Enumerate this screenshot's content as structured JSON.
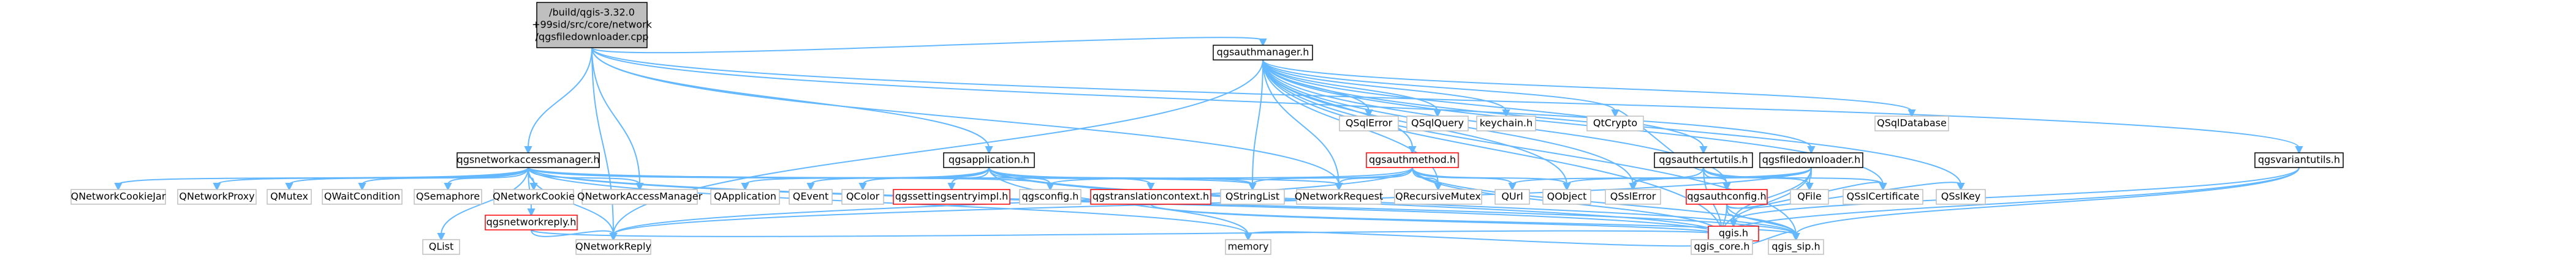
{
  "graph": {
    "colors": {
      "edge": "#63b8ff",
      "border": "#000000",
      "border_incomplete": "#bfbfbf",
      "border_red": "#ff0000",
      "root_fill": "#bfbfbf",
      "node_fill": "#ffffff",
      "text": "#000000"
    },
    "nodes": [
      {
        "id": "root",
        "lines": [
          "/build/qgis-3.32.0",
          "+99sid/src/core/network",
          "/qgsfiledownloader.cpp"
        ],
        "kind": "root"
      },
      {
        "id": "qgsauthmanager",
        "lines": [
          "qgsauthmanager.h"
        ],
        "kind": "normal"
      },
      {
        "id": "qgsnetworkaccessmanager",
        "lines": [
          "qgsnetworkaccessmanager.h"
        ],
        "kind": "normal"
      },
      {
        "id": "qgsapplication",
        "lines": [
          "qgsapplication.h"
        ],
        "kind": "normal"
      },
      {
        "id": "qgsauthcertutils",
        "lines": [
          "qgsauthcertutils.h"
        ],
        "kind": "normal"
      },
      {
        "id": "qgsauthmethod",
        "lines": [
          "qgsauthmethod.h"
        ],
        "kind": "red"
      },
      {
        "id": "qgsfiledownloader",
        "lines": [
          "qgsfiledownloader.h"
        ],
        "kind": "normal"
      },
      {
        "id": "qgsauthconfig",
        "lines": [
          "qgsauthconfig.h"
        ],
        "kind": "red"
      },
      {
        "id": "qgsvariantutils",
        "lines": [
          "qgsvariantutils.h"
        ],
        "kind": "normal"
      },
      {
        "id": "qgis",
        "lines": [
          "qgis.h"
        ],
        "kind": "red"
      },
      {
        "id": "qgsnetworkreply",
        "lines": [
          "qgsnetworkreply.h"
        ],
        "kind": "red"
      },
      {
        "id": "qgstranslationcontext",
        "lines": [
          "qgstranslationcontext.h"
        ],
        "kind": "red"
      },
      {
        "id": "qgssettingsentryimpl",
        "lines": [
          "qgssettingsentryimpl.h"
        ],
        "kind": "red"
      },
      {
        "id": "qgsconfig",
        "lines": [
          "qgsconfig.h"
        ],
        "kind": "gray"
      },
      {
        "id": "QSqlError",
        "lines": [
          "QSqlError"
        ],
        "kind": "gray"
      },
      {
        "id": "QSqlQuery",
        "lines": [
          "QSqlQuery"
        ],
        "kind": "gray"
      },
      {
        "id": "keychain",
        "lines": [
          "keychain.h"
        ],
        "kind": "gray"
      },
      {
        "id": "QSqlDatabase",
        "lines": [
          "QSqlDatabase"
        ],
        "kind": "gray"
      },
      {
        "id": "QtCrypto",
        "lines": [
          "QtCrypto"
        ],
        "kind": "gray"
      },
      {
        "id": "QNetworkCookieJar",
        "lines": [
          "QNetworkCookieJar"
        ],
        "kind": "gray"
      },
      {
        "id": "QNetworkProxy",
        "lines": [
          "QNetworkProxy"
        ],
        "kind": "gray"
      },
      {
        "id": "QMutex",
        "lines": [
          "QMutex"
        ],
        "kind": "gray"
      },
      {
        "id": "QWaitCondition",
        "lines": [
          "QWaitCondition"
        ],
        "kind": "gray"
      },
      {
        "id": "QSemaphore",
        "lines": [
          "QSemaphore"
        ],
        "kind": "gray"
      },
      {
        "id": "QNetworkCookie",
        "lines": [
          "QNetworkCookie"
        ],
        "kind": "gray"
      },
      {
        "id": "QNetworkAccessManager",
        "lines": [
          "QNetworkAccessManager"
        ],
        "kind": "gray"
      },
      {
        "id": "QApplication",
        "lines": [
          "QApplication"
        ],
        "kind": "gray"
      },
      {
        "id": "QEvent",
        "lines": [
          "QEvent"
        ],
        "kind": "gray"
      },
      {
        "id": "QColor",
        "lines": [
          "QColor"
        ],
        "kind": "gray"
      },
      {
        "id": "QStringList",
        "lines": [
          "QStringList"
        ],
        "kind": "gray"
      },
      {
        "id": "QNetworkRequest",
        "lines": [
          "QNetworkRequest"
        ],
        "kind": "gray"
      },
      {
        "id": "QRecursiveMutex",
        "lines": [
          "QRecursiveMutex"
        ],
        "kind": "gray"
      },
      {
        "id": "QUrl",
        "lines": [
          "QUrl"
        ],
        "kind": "gray"
      },
      {
        "id": "QObject",
        "lines": [
          "QObject"
        ],
        "kind": "gray"
      },
      {
        "id": "QSslError",
        "lines": [
          "QSslError"
        ],
        "kind": "gray"
      },
      {
        "id": "QFile",
        "lines": [
          "QFile"
        ],
        "kind": "gray"
      },
      {
        "id": "QSslCertificate",
        "lines": [
          "QSslCertificate"
        ],
        "kind": "gray"
      },
      {
        "id": "QSslKey",
        "lines": [
          "QSslKey"
        ],
        "kind": "gray"
      },
      {
        "id": "QList",
        "lines": [
          "QList"
        ],
        "kind": "gray"
      },
      {
        "id": "QNetworkReply",
        "lines": [
          "QNetworkReply"
        ],
        "kind": "gray"
      },
      {
        "id": "memory",
        "lines": [
          "memory"
        ],
        "kind": "gray"
      },
      {
        "id": "qgis_core",
        "lines": [
          "qgis_core.h"
        ],
        "kind": "gray"
      },
      {
        "id": "qgis_sip",
        "lines": [
          "qgis_sip.h"
        ],
        "kind": "gray"
      }
    ],
    "edges": [
      [
        "root",
        "qgsauthmanager"
      ],
      [
        "root",
        "qgsnetworkaccessmanager"
      ],
      [
        "root",
        "qgsapplication"
      ],
      [
        "root",
        "qgsfiledownloader"
      ],
      [
        "root",
        "qgsvariantutils"
      ],
      [
        "root",
        "QNetworkAccessManager"
      ],
      [
        "root",
        "QNetworkRequest"
      ],
      [
        "root",
        "QNetworkReply"
      ],
      [
        "qgsauthmanager",
        "QSqlError"
      ],
      [
        "qgsauthmanager",
        "QSqlQuery"
      ],
      [
        "qgsauthmanager",
        "keychain"
      ],
      [
        "qgsauthmanager",
        "QSqlDatabase"
      ],
      [
        "qgsauthmanager",
        "qgsauthcertutils"
      ],
      [
        "qgsauthmanager",
        "qgsauthmethod"
      ],
      [
        "qgsauthmanager",
        "qgsauthconfig"
      ],
      [
        "qgsauthmanager",
        "qgis_core"
      ],
      [
        "qgsauthmanager",
        "qgis_sip"
      ],
      [
        "qgsauthmanager",
        "QtCrypto"
      ],
      [
        "qgsauthmanager",
        "QObject"
      ],
      [
        "qgsauthmanager",
        "QStringList"
      ],
      [
        "qgsauthmanager",
        "QNetworkRequest"
      ],
      [
        "qgsauthmanager",
        "QNetworkReply"
      ],
      [
        "qgsauthmanager",
        "QRecursiveMutex"
      ],
      [
        "qgsauthmanager",
        "QSslCertificate"
      ],
      [
        "qgsauthmanager",
        "QSslKey"
      ],
      [
        "qgsauthmanager",
        "QSslError"
      ],
      [
        "qgsauthcertutils",
        "QFile"
      ],
      [
        "qgsauthcertutils",
        "QtCrypto"
      ],
      [
        "qgsauthcertutils",
        "QSslError"
      ],
      [
        "qgsauthcertutils",
        "QSslCertificate"
      ],
      [
        "qgsauthcertutils",
        "qgsauthconfig"
      ],
      [
        "qgsauthcertutils",
        "qgis_core"
      ],
      [
        "qgsauthconfig",
        "qgis"
      ],
      [
        "qgsauthconfig",
        "QSslCertificate"
      ],
      [
        "qgsauthconfig",
        "QSslKey"
      ],
      [
        "qgsauthconfig",
        "qgis_core"
      ],
      [
        "qgsauthconfig",
        "qgis_sip"
      ],
      [
        "qgsauthmethod",
        "QObject"
      ],
      [
        "qgsauthmethod",
        "QUrl"
      ],
      [
        "qgsauthmethod",
        "QNetworkReply"
      ],
      [
        "qgsauthmethod",
        "QNetworkRequest"
      ],
      [
        "qgsauthmethod",
        "QStringList"
      ],
      [
        "qgsauthmethod",
        "QRecursiveMutex"
      ],
      [
        "qgsauthmethod",
        "qgis_core"
      ],
      [
        "qgsauthmethod",
        "qgis_sip"
      ],
      [
        "qgsauthmethod",
        "qgsconfig"
      ],
      [
        "qgsfiledownloader",
        "QObject"
      ],
      [
        "qgsfiledownloader",
        "QFile"
      ],
      [
        "qgsfiledownloader",
        "QNetworkReply"
      ],
      [
        "qgsfiledownloader",
        "QUrl"
      ],
      [
        "qgsfiledownloader",
        "QSslError"
      ],
      [
        "qgsfiledownloader",
        "qgis_core"
      ],
      [
        "qgsfiledownloader",
        "qgis"
      ],
      [
        "qgsvariantutils",
        "qgis_core"
      ],
      [
        "qgsvariantutils",
        "qgis_sip"
      ],
      [
        "qgsvariantutils",
        "qgis"
      ],
      [
        "qgis",
        "qgis_core"
      ],
      [
        "qgis",
        "qgis_sip"
      ],
      [
        "qgis",
        "memory"
      ],
      [
        "qgsnetworkaccessmanager",
        "QList"
      ],
      [
        "qgsnetworkaccessmanager",
        "QNetworkCookieJar"
      ],
      [
        "qgsnetworkaccessmanager",
        "QNetworkProxy"
      ],
      [
        "qgsnetworkaccessmanager",
        "QMutex"
      ],
      [
        "qgsnetworkaccessmanager",
        "QWaitCondition"
      ],
      [
        "qgsnetworkaccessmanager",
        "QSemaphore"
      ],
      [
        "qgsnetworkaccessmanager",
        "QNetworkCookie"
      ],
      [
        "qgsnetworkaccessmanager",
        "qgsnetworkreply"
      ],
      [
        "qgsnetworkaccessmanager",
        "QNetworkAccessManager"
      ],
      [
        "qgsnetworkaccessmanager",
        "QNetworkRequest"
      ],
      [
        "qgsnetworkaccessmanager",
        "QStringList"
      ],
      [
        "qgsnetworkaccessmanager",
        "qgsconfig"
      ],
      [
        "qgsnetworkaccessmanager",
        "memory"
      ],
      [
        "qgsnetworkaccessmanager",
        "qgis_core"
      ],
      [
        "qgsnetworkaccessmanager",
        "qgis_sip"
      ],
      [
        "qgsnetworkaccessmanager",
        "QNetworkReply"
      ],
      [
        "qgsnetworkreply",
        "QNetworkReply"
      ],
      [
        "qgsnetworkreply",
        "qgis_core"
      ],
      [
        "qgsapplication",
        "QApplication"
      ],
      [
        "qgsapplication",
        "QEvent"
      ],
      [
        "qgsapplication",
        "QColor"
      ],
      [
        "qgsapplication",
        "qgssettingsentryimpl"
      ],
      [
        "qgsapplication",
        "qgsconfig"
      ],
      [
        "qgsapplication",
        "qgstranslationcontext"
      ],
      [
        "qgsapplication",
        "QStringList"
      ],
      [
        "qgsapplication",
        "memory"
      ],
      [
        "qgsapplication",
        "qgis_core"
      ],
      [
        "qgsapplication",
        "qgis_sip"
      ],
      [
        "qgstranslationcontext",
        "qgis_core"
      ],
      [
        "qgstranslationcontext",
        "qgis_sip"
      ]
    ]
  }
}
